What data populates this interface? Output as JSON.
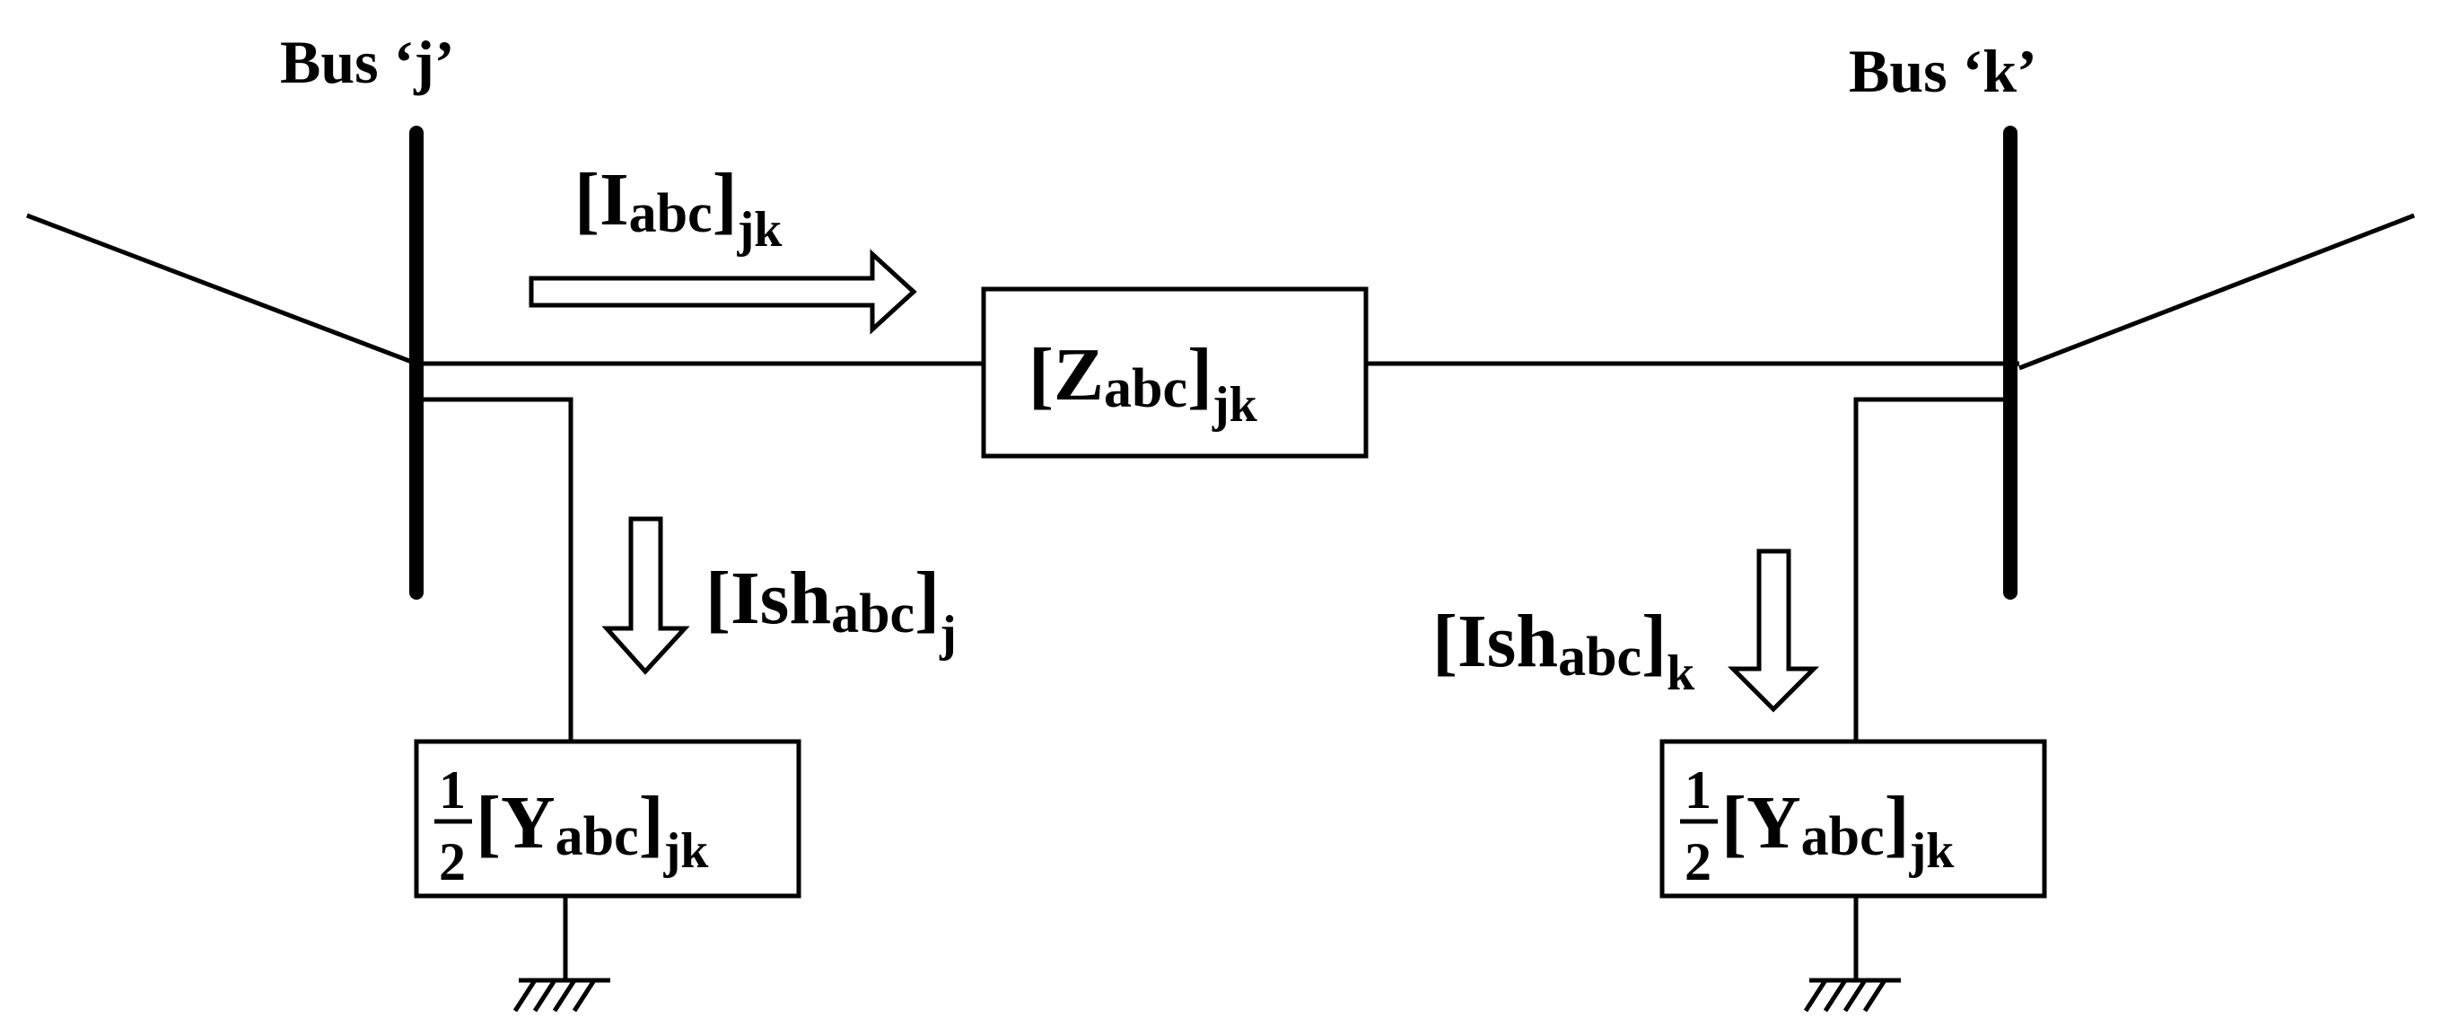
{
  "buses": {
    "left": {
      "label": "Bus ‘j’"
    },
    "right": {
      "label": "Bus ‘k’"
    }
  },
  "series_current": {
    "open": "[I",
    "sub": "abc",
    "close": "]",
    "outer_sub": "jk"
  },
  "series_impedance": {
    "open": "[Z",
    "sub": "abc",
    "close": "]",
    "outer_sub": "jk"
  },
  "shunt_current_left": {
    "open": "[Ish",
    "sub": "abc",
    "close": "]",
    "outer_sub": "j"
  },
  "shunt_current_right": {
    "open": "[Ish",
    "sub": "abc",
    "close": "]",
    "outer_sub": "k"
  },
  "shunt_admittance_left": {
    "num": "1",
    "den": "2",
    "open": "[Y",
    "sub": "abc",
    "close": "]",
    "outer_sub": "jk"
  },
  "shunt_admittance_right": {
    "num": "1",
    "den": "2",
    "open": "[Y",
    "sub": "abc",
    "close": "]",
    "outer_sub": "jk"
  }
}
